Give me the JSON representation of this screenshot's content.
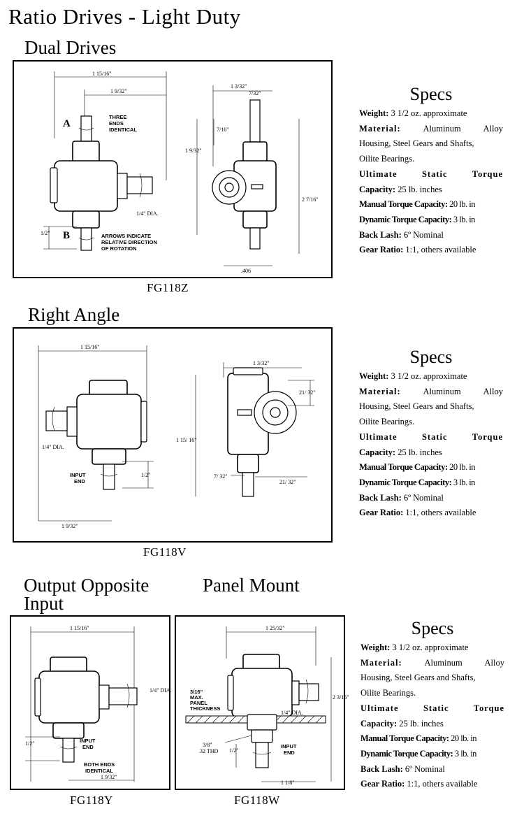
{
  "title": "Ratio Drives - Light Duty",
  "sections": {
    "dual": "Dual Drives",
    "right_angle": "Right Angle",
    "output_opposite_1": "Output Opposite",
    "output_opposite_2": "Input",
    "panel_mount": "Panel Mount"
  },
  "captions": {
    "dual": "FG118Z",
    "right_angle": "FG118V",
    "output_opposite": "FG118Y",
    "panel_mount": "FG118W"
  },
  "specs": {
    "heading": "Specs",
    "weight_label": "Weight:",
    "weight_value": "3 1/2 oz. approximate",
    "material_label": "Material:",
    "material_value_1": "Aluminum Alloy",
    "material_value_2": "Housing, Steel Gears and Shafts,",
    "material_value_3": "Oilite Bearings.",
    "ultimate_1": "Ultimate",
    "ultimate_2": "Static",
    "ultimate_3": "Torque",
    "capacity_label": "Capacity:",
    "capacity_value": "25 lb. inches",
    "manual_label": "Manual Torque Capacity:",
    "manual_value": "20 lb. in",
    "dynamic_label": "Dynamic Torque Capacity:",
    "dynamic_value": "3 lb. in",
    "backlash_label": "Back Lash:",
    "backlash_value": "6º Nominal",
    "ratio_label": "Gear Ratio:",
    "ratio_value": "1:1, others available"
  },
  "drawing_dual": {
    "dim_overall": "1 15/16\"",
    "dim_shaft": "1 9/32\"",
    "label_a": "A",
    "label_b": "B",
    "note_three_1": "THREE",
    "note_three_2": "ENDS",
    "note_three_3": "IDENTICAL",
    "dim_dia": "1/4\" DIA.",
    "dim_half": "1/2\"",
    "note_arrows_1": "ARROWS INDICATE",
    "note_arrows_2": "RELATIVE DIRECTION",
    "note_arrows_3": "OF ROTATION",
    "dim_side_top": "1 3/32\"",
    "dim_side_small": "7/32\"",
    "dim_side_716": "7/16\"",
    "dim_side_left": "1 9/32\"",
    "dim_side_right": "2 7/16\"",
    "dim_side_bottom": ".406"
  },
  "drawing_right": {
    "dim_overall": "1 15/16\"",
    "dim_dia": "1/4\" DIA.",
    "note_input_1": "INPUT",
    "note_input_2": "END",
    "dim_half": "1/2\"",
    "dim_bottom": "1 9/32\"",
    "dim_side_top": "1 3/32\"",
    "dim_side_2132": "21/ 32\"",
    "dim_side_left": "1 15/ 16\"",
    "dim_side_732": "7/ 32\"",
    "dim_side_2132b": "21/ 32\""
  },
  "drawing_opposite": {
    "dim_overall": "1 15/16\"",
    "dim_dia": "1/4\" DIA.",
    "dim_half": "1/2\"",
    "note_input_1": "INPUT",
    "note_input_2": "END",
    "note_both_1": "BOTH ENDS",
    "note_both_2": "IDENTICAL",
    "dim_bottom": "1 9/32\""
  },
  "drawing_panel": {
    "dim_top": "1 25/32\"",
    "dim_right": "2 3/16\"",
    "note_max_1": "3/16\"",
    "note_max_2": "MAX.",
    "note_max_3": "PANEL",
    "note_max_4": "THICKNESS",
    "dim_dia": "1/4\" DIA.",
    "dim_thread_1": "3/8\"",
    "dim_thread_2": "32 THD",
    "dim_half": "1/2\"",
    "note_input_1": "INPUT",
    "note_input_2": "END",
    "dim_bottom": "1 1/8\""
  }
}
